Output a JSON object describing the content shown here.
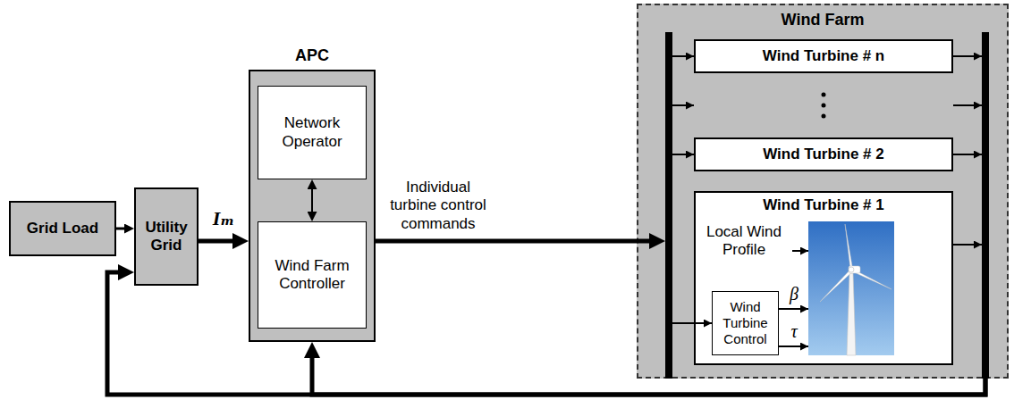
{
  "diagram": {
    "nodes": [
      {
        "text": [
          "Grid Load"
        ]
      },
      {
        "text": [
          "Utility Grid"
        ]
      },
      {
        "text": [
          "APC"
        ]
      },
      {
        "text": [
          "Network Operator"
        ],
        "in": 2
      },
      {
        "text": [
          "Wind Farm Controller"
        ],
        "in": 2
      },
      {
        "text": [
          "Wind Farm"
        ]
      },
      {
        "text": [
          "Wind Turbine # n"
        ],
        "in": 5
      },
      {
        "text": [
          "Wind Turbine # 2"
        ],
        "in": 5
      },
      {
        "text": [
          "Wind Turbine # 1"
        ],
        "in": 5
      },
      {
        "text": [
          "Wind Turbine Control"
        ],
        "in": 8
      }
    ],
    "edges": [
      {
        "from": 0,
        "to": 1,
        "arrow": "to"
      },
      {
        "from": 1,
        "to": 2,
        "arrow": "to",
        "label": "Iₘ"
      },
      {
        "from": 3,
        "to": 4,
        "arrow": "both"
      },
      {
        "from": 2,
        "to": 5,
        "arrow": "to",
        "label": "Individual turbine control commands"
      },
      {
        "from": 5,
        "to": 1,
        "arrow": "to"
      },
      {
        "from": 5,
        "to": 2,
        "arrow": "to"
      }
    ],
    "labels": [
      "Local Wind Profile",
      "β",
      "τ"
    ]
  }
}
